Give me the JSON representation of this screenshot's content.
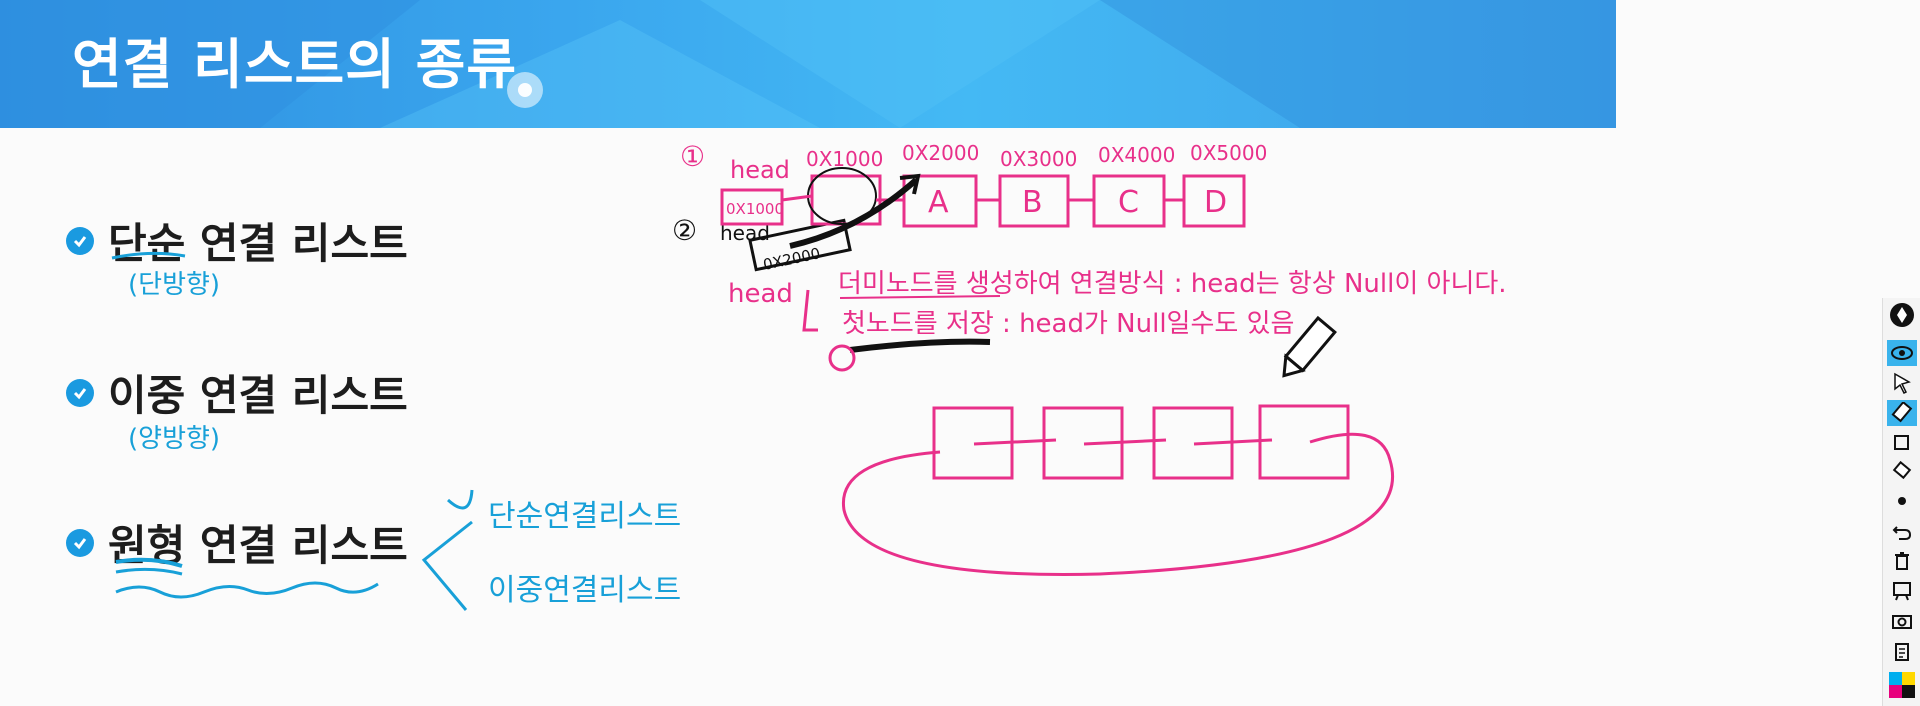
{
  "header": {
    "title": "연결 리스트의 종류"
  },
  "bullets": [
    {
      "label": "단순 연결 리스트",
      "note": "(단방향)"
    },
    {
      "label": "이중 연결 리스트",
      "note": "(양방향)"
    },
    {
      "label": "원형 연결 리스트"
    }
  ],
  "circular_notes": {
    "singly": "단순연결리스트",
    "doubly": "이중연결리스트"
  },
  "diagram": {
    "step1": "①",
    "step2": "②",
    "head": "head",
    "head_value": "0X1000",
    "head2_value": "0X2000",
    "addresses": [
      "0X1000",
      "0X2000",
      "0X3000",
      "0X4000",
      "0X5000"
    ],
    "nodes": [
      "A",
      "B",
      "C",
      "D"
    ],
    "dummy_note": "더미노드를 생성하여 연결방식 : head는 항상 Null이 아니다.",
    "first_note": "첫노드를 저장 : head가 Null일수도 있음"
  },
  "toolbar": {
    "items": [
      "pen-icon",
      "eye-icon",
      "pointer-icon",
      "highlighter-icon",
      "shape-icon",
      "eraser-icon",
      "dot-icon",
      "undo-icon",
      "trash-icon",
      "board-icon",
      "camera-icon",
      "clipboard-icon",
      "color-icon"
    ]
  },
  "colors": {
    "header_accent": "#3aa6ee",
    "ink_pink": "#e8308a",
    "ink_blue": "#18a0d8",
    "check_blue": "#1a9ae0"
  }
}
